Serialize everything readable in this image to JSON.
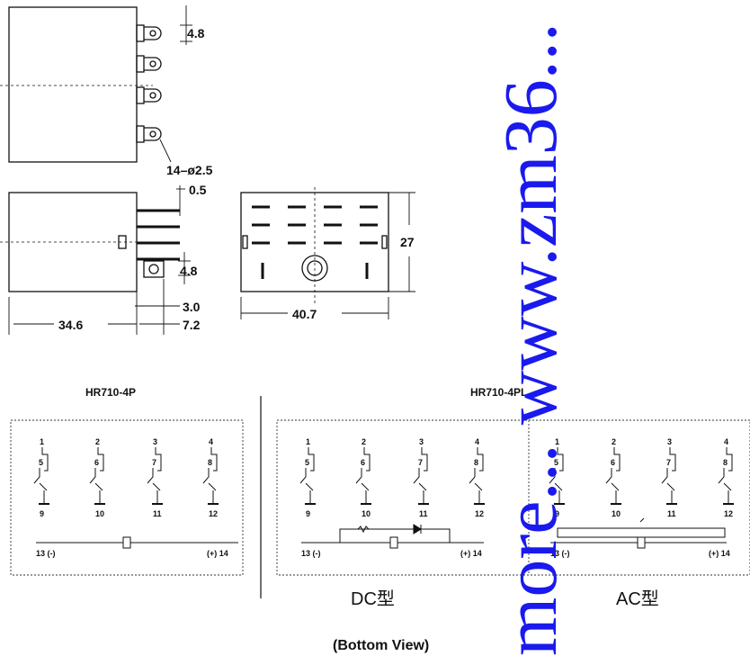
{
  "dimensions": {
    "pin_spacing": "4.8",
    "pin_holes": "14–ø2.5",
    "pin_thickness": "0.5",
    "pin_spacing_side": "4.8",
    "offset_small": "3.0",
    "offset_large": "7.2",
    "length": "34.6",
    "width": "40.7",
    "height": "27"
  },
  "diagrams": {
    "left_title": "HR710-4P",
    "right_title": "HR710-4PL",
    "dc_label": "DC型",
    "ac_label": "AC型",
    "footer": "(Bottom View)"
  },
  "terminals": {
    "top": [
      "1",
      "2",
      "3",
      "4"
    ],
    "mid": [
      "5",
      "6",
      "7",
      "8"
    ],
    "bottom": [
      "9",
      "10",
      "11",
      "12"
    ],
    "coil_left": "13 (-)",
    "coil_right": "(+) 14"
  },
  "watermark": "more... www.zm36..."
}
